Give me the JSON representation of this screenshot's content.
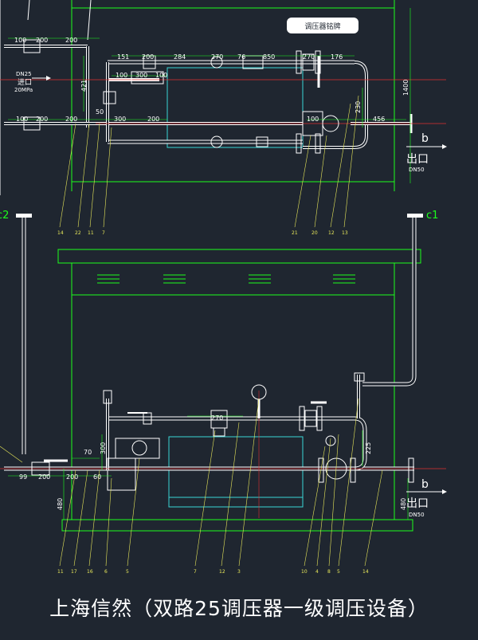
{
  "caption": "上海信然（双路25调压器一级调压设备）",
  "top_view": {
    "dims": [
      "100",
      "200",
      "200",
      "151",
      "200",
      "284",
      "270",
      "76",
      "850",
      "270",
      "176",
      "100",
      "300",
      "100",
      "100",
      "200",
      "200",
      "300",
      "200",
      "100",
      "456",
      "50",
      "421",
      "1400",
      "230"
    ],
    "inlet_label": "进口",
    "inlet_size": "DN25",
    "inlet_pressure": "20MPa",
    "outlet_label": "出口",
    "outlet_size": "DN50",
    "outlet_letter": "b",
    "nameplate": "调压器铭牌",
    "callouts": [
      "14",
      "22",
      "11",
      "7",
      "21",
      "20",
      "12",
      "13"
    ]
  },
  "front_view": {
    "left_marker": "c2",
    "right_marker": "c1",
    "dims": [
      "70",
      "99",
      "200",
      "200",
      "60",
      "300",
      "270",
      "225",
      "480",
      "480"
    ],
    "outlet_label": "出口",
    "outlet_size": "DN50",
    "outlet_letter": "b",
    "callouts": [
      "11",
      "17",
      "16",
      "6",
      "5",
      "7",
      "12",
      "3",
      "10",
      "4",
      "8",
      "5",
      "14"
    ]
  },
  "colors": {
    "background": "#1f2630",
    "frame_green": "#1cff1c",
    "pipe_white": "#ffffff",
    "cyan": "#3ad6d6",
    "red": "#e03030",
    "yellow": "#e8e85a"
  }
}
